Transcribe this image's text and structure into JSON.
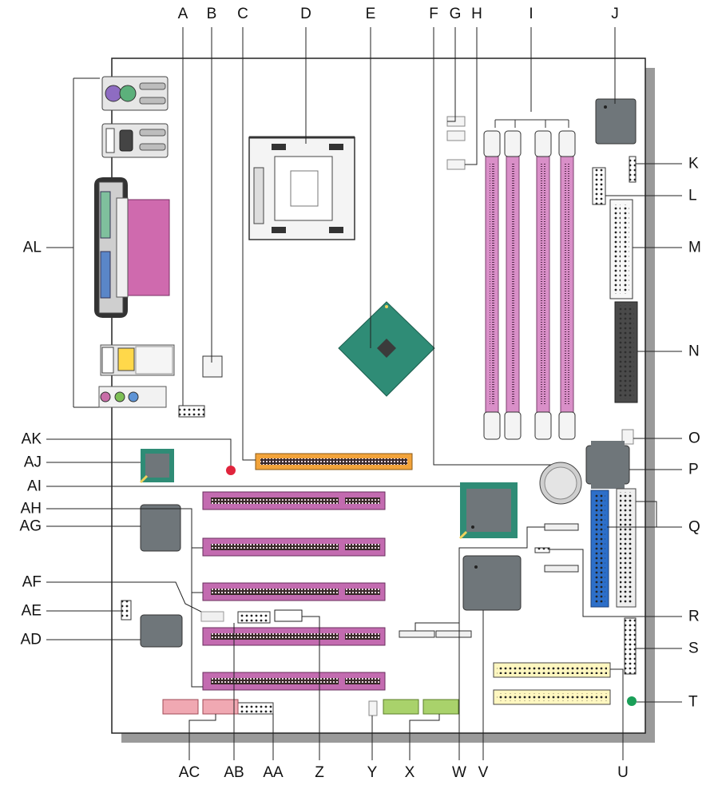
{
  "colors": {
    "board": "#ffffff",
    "board_shadow": "#9a9a9a",
    "outline": "#222222",
    "pci_slot": "#c36bb0",
    "agp_slot": "#f2a33a",
    "dimm_slot": "#d98fc8",
    "chip_green": "#2f8c76",
    "chip_gray": "#6f767a",
    "ide_blue": "#2d6fc9",
    "ide_yellow": "#fff7c0",
    "header_red": "#f0a8b2",
    "header_green": "#a9d26b",
    "parallel": "#cf6aae",
    "battery": "#cfcfcf",
    "led_red": "#e0243c",
    "led_green": "#1a9f58",
    "connector_gray": "#d9d9d9"
  },
  "callouts": {
    "top": [
      "A",
      "B",
      "C",
      "D",
      "E",
      "F",
      "G",
      "H",
      "I",
      "J"
    ],
    "right": [
      "K",
      "L",
      "M",
      "N",
      "O",
      "P",
      "Q",
      "R",
      "S",
      "T"
    ],
    "bottom": [
      "U",
      "V",
      "W",
      "X",
      "Y",
      "Z",
      "AA",
      "AB",
      "AC"
    ],
    "left": [
      "AD",
      "AE",
      "AF",
      "AG",
      "AH",
      "AI",
      "AJ",
      "AK",
      "AL"
    ]
  }
}
